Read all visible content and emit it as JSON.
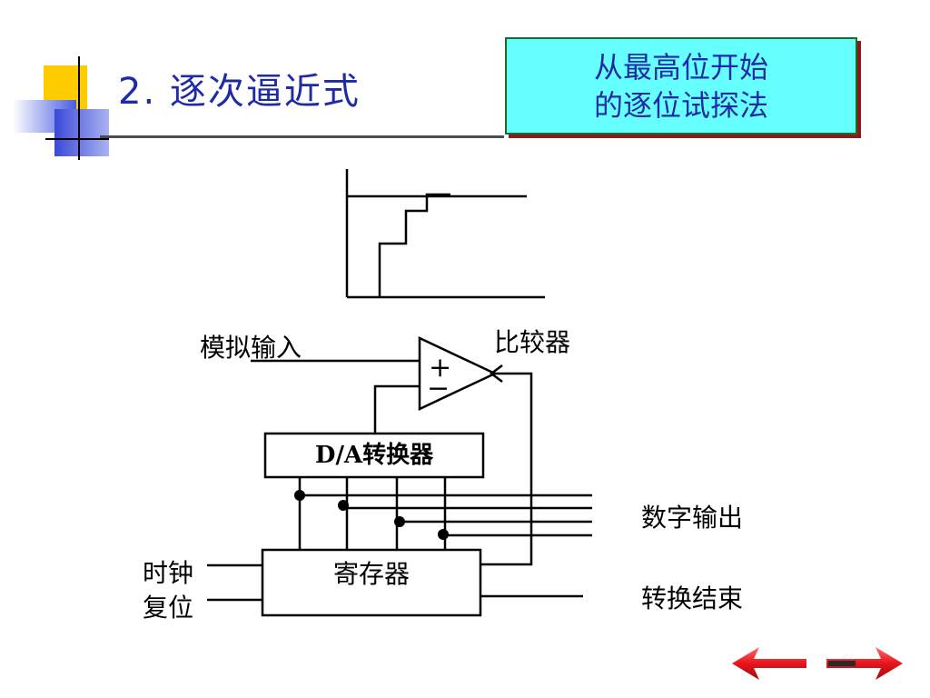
{
  "slide": {
    "title": "2.  逐次逼近式",
    "callout": {
      "line1": "从最高位开始",
      "line2": "的逐位试探法"
    }
  },
  "diagram": {
    "analog_input": "模拟输入",
    "comparator": "比较器",
    "comparator_plus": "+",
    "comparator_minus": "−",
    "dac": "D/A转换器",
    "digital_output": "数字输出",
    "register": "寄存器",
    "clock": "时钟",
    "reset": "复位",
    "conversion_done": "转换结束"
  },
  "colors": {
    "title": "#1f2aa6",
    "callout_bg": "#66ffff",
    "callout_border": "#1b6b2e",
    "callout_shadow": "#8b1a1a",
    "nav_arrows": "#e8141c"
  },
  "icons": {
    "prev": "arrow-left-icon",
    "next": "arrow-right-icon"
  }
}
